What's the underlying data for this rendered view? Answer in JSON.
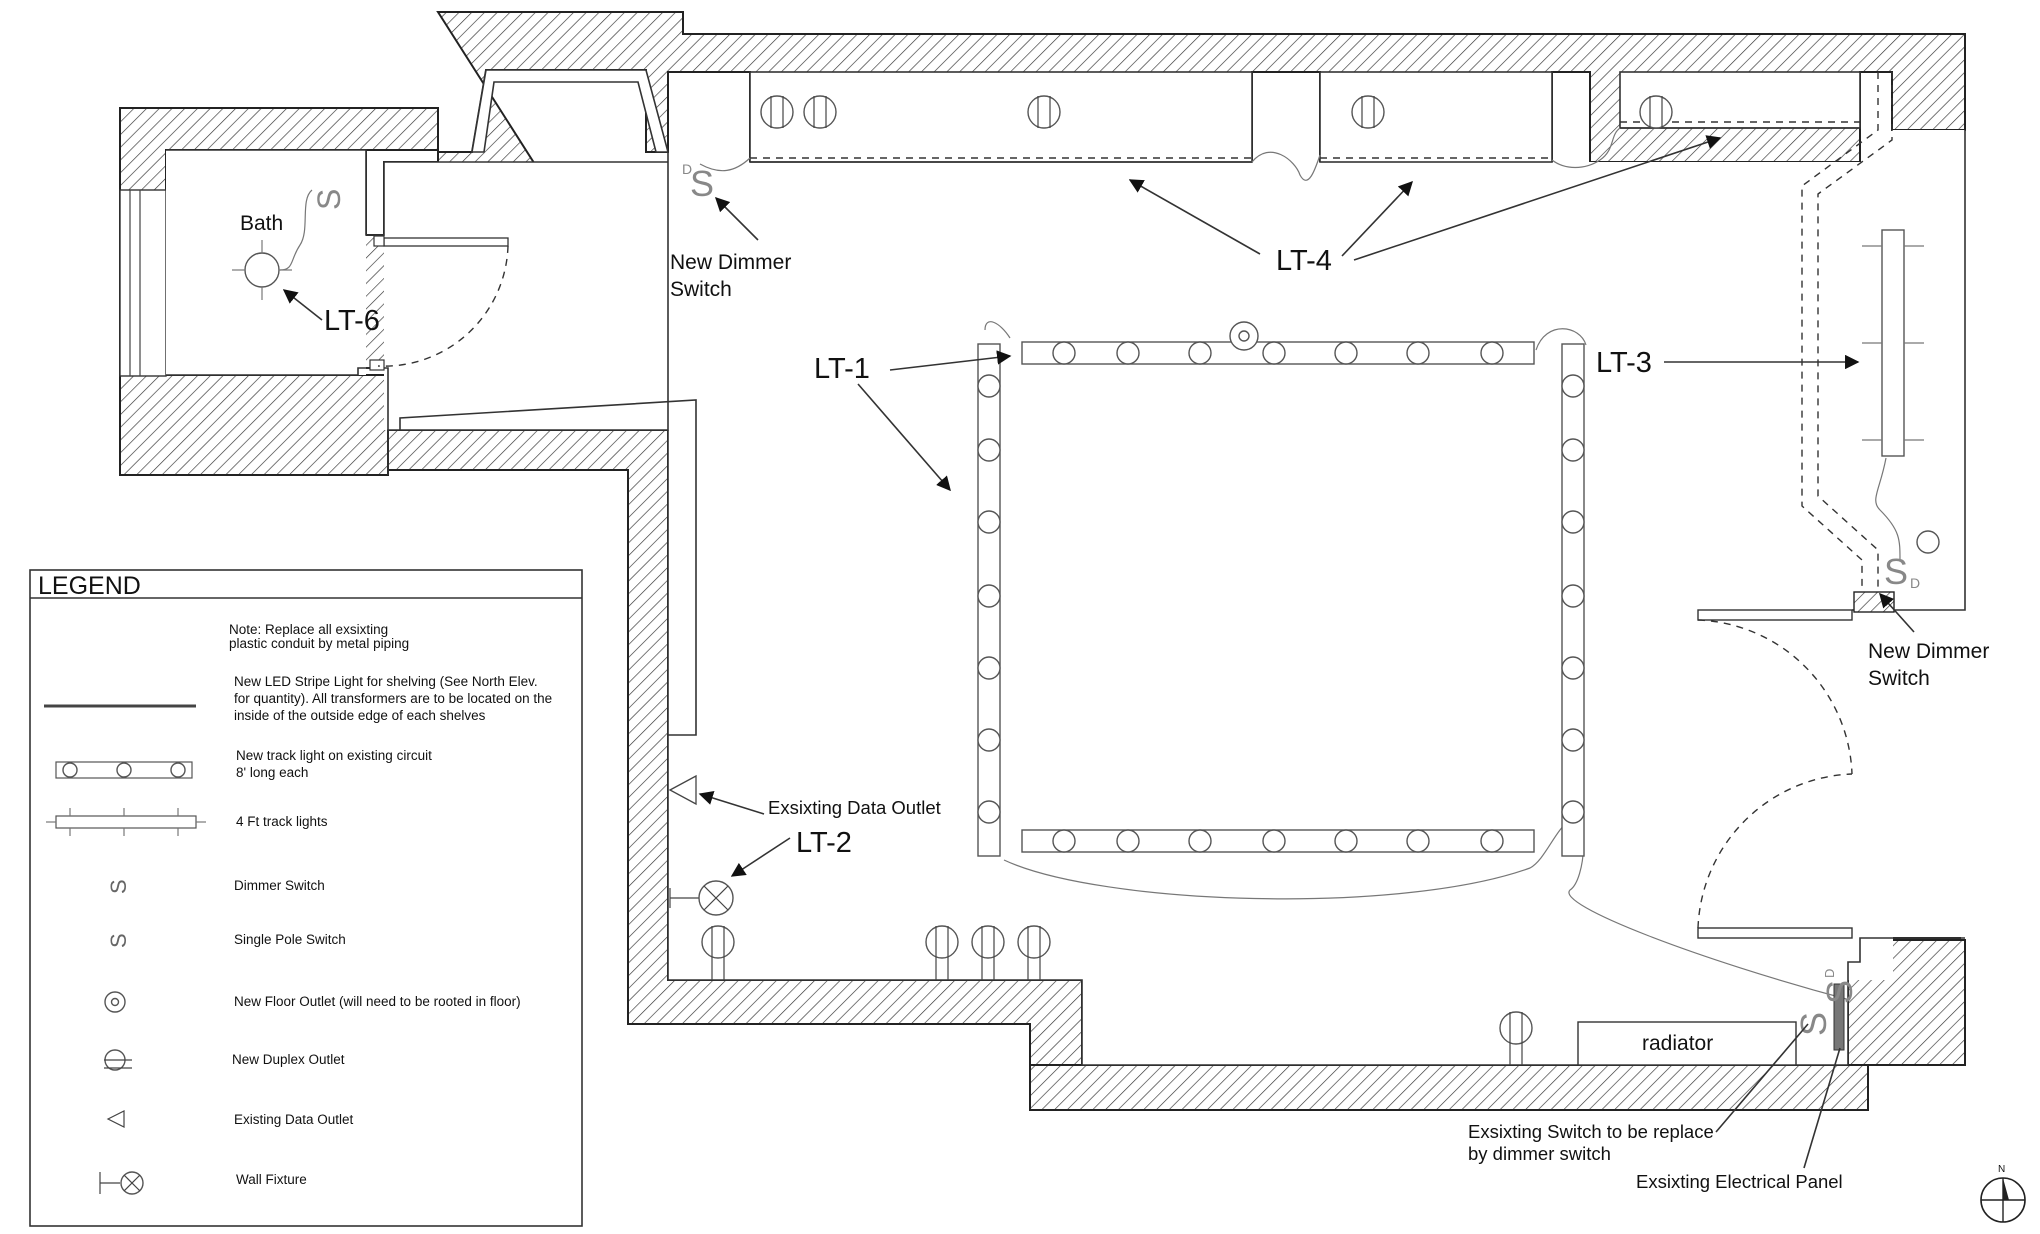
{
  "room_labels": {
    "bath": "Bath",
    "radiator": "radiator"
  },
  "fixture_tags": {
    "lt1": "LT-1",
    "lt2": "LT-2",
    "lt3": "LT-3",
    "lt4": "LT-4",
    "lt6": "LT-6"
  },
  "callouts": {
    "new_dimmer_top_1": "New Dimmer",
    "new_dimmer_top_2": "Switch",
    "new_dimmer_right_1": "New Dimmer",
    "new_dimmer_right_2": "Switch",
    "data_outlet": "Exsixting Data Outlet",
    "switch_replace_1": "Exsixting Switch to be replace",
    "switch_replace_2": "by dimmer switch",
    "electrical_panel": "Exsixting Electrical Panel"
  },
  "symbols": {
    "switch": "S",
    "dimmer_sub": "D"
  },
  "legend": {
    "title": "LEGEND",
    "note_1": "Note: Replace all exsixting",
    "note_2": "plastic conduit by metal piping",
    "led_1": "New LED Stripe Light for shelving (See North Elev.",
    "led_2": "for quantity). All transformers are to be located on the",
    "led_3": "inside of the outside edge of each shelves",
    "track_1": "New track light on existing circuit",
    "track_2": "8' long each",
    "four_ft": "4 Ft track lights",
    "dimmer": "Dimmer Switch",
    "single_pole": "Single Pole Switch",
    "floor_outlet": "New Floor Outlet (will need to be rooted in floor)",
    "duplex": "New Duplex Outlet",
    "data_outlet": "Existing Data Outlet",
    "wall_fixture": "Wall Fixture"
  },
  "north_arrow": "N"
}
